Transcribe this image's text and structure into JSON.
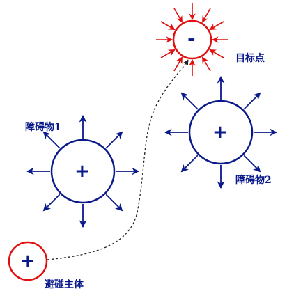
{
  "labels": {
    "obstacle1": "障碍物1",
    "obstacle2": "障碍物2",
    "target": "目标点",
    "agent": "避碰主体"
  },
  "signs": {
    "obstacle1": "+",
    "obstacle2": "+",
    "target": "-",
    "agent": "+"
  },
  "colors": {
    "obstacle": "#0a1a8a",
    "target": "#e01010",
    "agent": "#e01010",
    "label": "#0a1a8a",
    "path": "#222222"
  },
  "icons": {
    "obstacle_field": "outward-arrows",
    "target_field": "inward-arrows",
    "path": "dashed-arrow"
  }
}
